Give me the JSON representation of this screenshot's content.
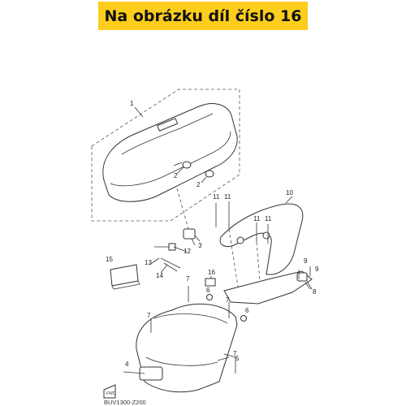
{
  "banner": {
    "text": "Na obrázku díl číslo 16",
    "background": "#fccd1c"
  },
  "diagram_code": "BUV1300-Z200",
  "callouts": {
    "c1": "1",
    "c2a": "2",
    "c2b": "2",
    "c3": "3",
    "c4": "4",
    "c5": "5",
    "c6a": "6",
    "c6b": "6",
    "c7a": "7",
    "c7b": "7",
    "c7c": "7",
    "c7d": "7",
    "c8": "8",
    "c9a": "9",
    "c9b": "9",
    "c10": "10",
    "c11a": "11",
    "c11b": "11",
    "c11c": "11",
    "c11d": "11",
    "c12": "12",
    "c13": "13",
    "c14": "14",
    "c15": "15",
    "c16": "16"
  },
  "fwd_arrow": "FWD"
}
